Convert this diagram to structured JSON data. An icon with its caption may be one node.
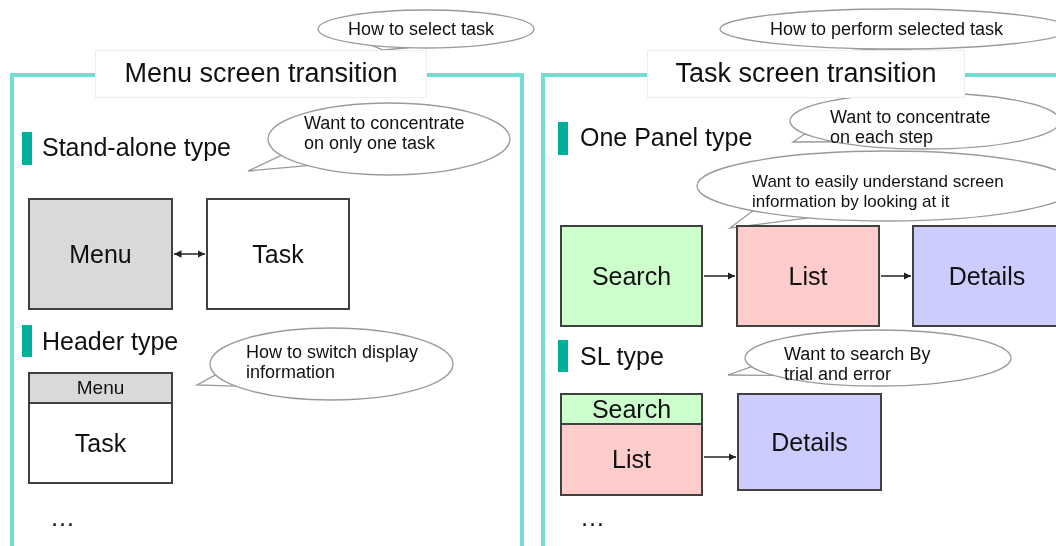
{
  "diagram": {
    "nodes": [
      {
        "text": [
          "How to select task"
        ]
      },
      {
        "text": [
          "Menu screen transition"
        ]
      },
      {
        "text": [
          "Want to concentrate on only one task"
        ],
        "in": 1
      },
      {
        "text": [
          "Menu"
        ],
        "in": 1
      },
      {
        "text": [
          "Task"
        ],
        "in": 1
      },
      {
        "text": [
          "How to switch display information"
        ],
        "in": 1
      },
      {
        "text": [
          "Menu"
        ],
        "in": 1
      },
      {
        "text": [
          "Task"
        ],
        "in": 1
      },
      {
        "text": [
          "How to perform selected task"
        ]
      },
      {
        "text": [
          "Task screen transition"
        ]
      },
      {
        "text": [
          "Want to concentrate on each step"
        ],
        "in": 9
      },
      {
        "text": [
          "Want to easily understand screen information by looking at it"
        ],
        "in": 9
      },
      {
        "text": [
          "Search"
        ],
        "in": 9
      },
      {
        "text": [
          "List"
        ],
        "in": 9
      },
      {
        "text": [
          "Details"
        ],
        "in": 9
      },
      {
        "text": [
          "Want to search By trial and error"
        ],
        "in": 9
      },
      {
        "text": [
          "Search"
        ],
        "in": 9
      },
      {
        "text": [
          "List"
        ],
        "in": 9
      },
      {
        "text": [
          "Details"
        ],
        "in": 9
      }
    ],
    "edges": [
      {
        "from": 3,
        "to": 4,
        "arrow": "both"
      },
      {
        "from": 12,
        "to": 13,
        "arrow": "to"
      },
      {
        "from": 13,
        "to": 14,
        "arrow": "to"
      },
      {
        "from": 17,
        "to": 18,
        "arrow": "to"
      }
    ],
    "labels": [
      "Stand-alone type",
      "Header type",
      "…",
      "One Panel type",
      "SL type",
      "…"
    ]
  }
}
